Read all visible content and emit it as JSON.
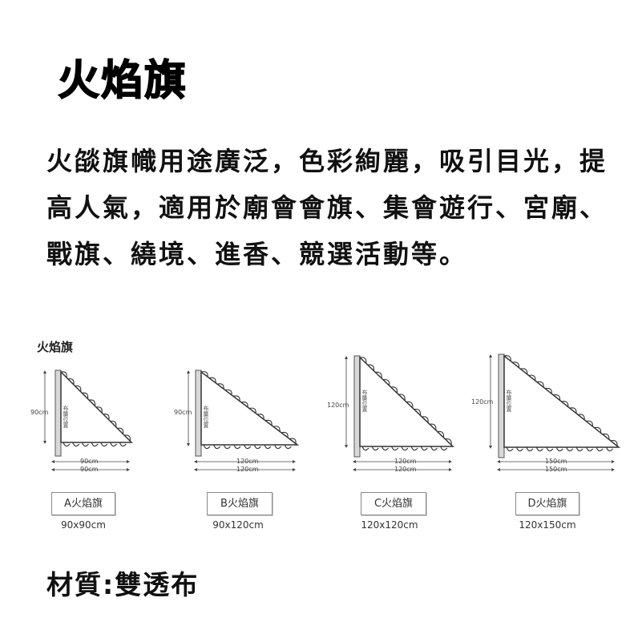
{
  "title": "火焰旗",
  "description": "火燄旗幟用途廣泛，色彩絢麗，吸引目光，提高人氣，適用於廟會會旗、集會遊行、宮廟、戰旗、繞境、進香、競選活動等。",
  "diagram": {
    "title": "火焰旗",
    "position_text": "布簾位置",
    "flags": [
      {
        "label": "A火焰旗",
        "size": "90x90cm",
        "height_label": "90cm",
        "width_top": "90cm",
        "width_bottom": "90cm"
      },
      {
        "label": "B火焰旗",
        "size": "90x120cm",
        "height_label": "90cm",
        "width_top": "120cm",
        "width_bottom": "120cm"
      },
      {
        "label": "C火焰旗",
        "size": "120x120cm",
        "height_label": "120cm",
        "width_top": "120cm",
        "width_bottom": "120cm"
      },
      {
        "label": "D火焰旗",
        "size": "120x150cm",
        "height_label": "120cm",
        "width_top": "150cm",
        "width_bottom": "150cm"
      }
    ]
  },
  "material": "材質:雙透布"
}
